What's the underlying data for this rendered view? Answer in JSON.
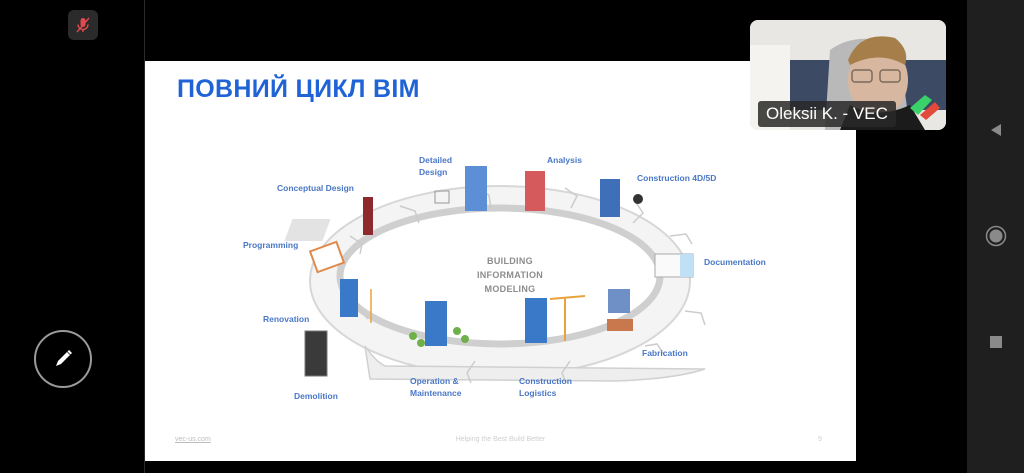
{
  "meeting": {
    "mic_status": "muted",
    "participant_name": "Oleksii K. - VEC"
  },
  "slide": {
    "title": "ПОВНИЙ ЦИКЛ BIM",
    "center_label": [
      "BUILDING",
      "INFORMATION",
      "MODELING"
    ],
    "stages": [
      {
        "label": "Conceptual Design"
      },
      {
        "label": "Detailed\nDesign"
      },
      {
        "label": "Analysis"
      },
      {
        "label": "Construction 4D/5D"
      },
      {
        "label": "Documentation"
      },
      {
        "label": "Fabrication"
      },
      {
        "label": "Construction\nLogistics"
      },
      {
        "label": "Operation &\nMaintenance"
      },
      {
        "label": "Renovation"
      },
      {
        "label": "Demolition"
      },
      {
        "label": "Programming"
      }
    ],
    "footer": {
      "website": "vec-us.com",
      "tagline": "Helping the Best Build Better",
      "page_number": "9"
    }
  },
  "colors": {
    "title_blue": "#1f63d6",
    "label_blue": "#4a77c6",
    "ring_gray": "#d9d9d9",
    "muted_red": "#e0494d"
  },
  "navigation": {
    "back": "back-icon",
    "home": "home-icon",
    "recents": "recents-icon"
  },
  "tools": {
    "annotate": "pencil-icon"
  }
}
